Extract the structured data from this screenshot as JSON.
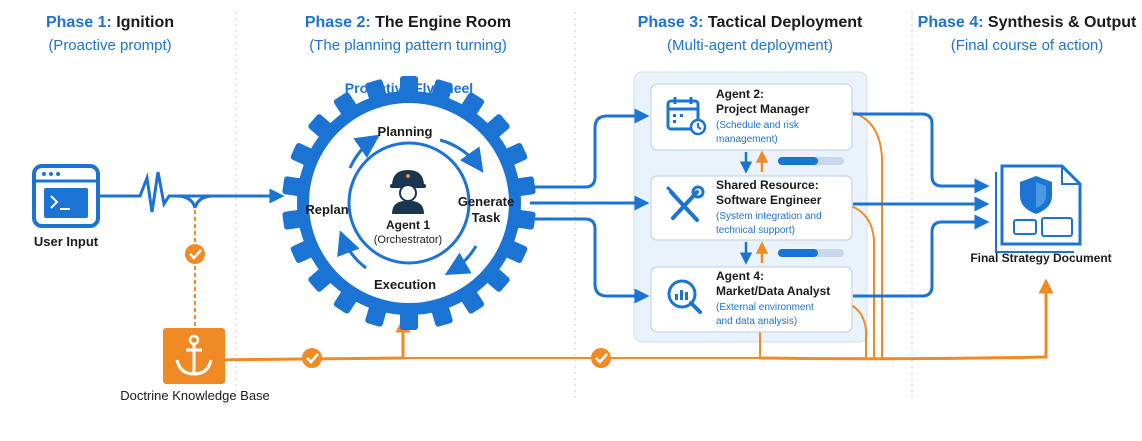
{
  "phases": [
    {
      "number": "Phase 1:",
      "title": "Ignition",
      "subtitle": "(Proactive prompt)"
    },
    {
      "number": "Phase 2:",
      "title": "The Engine Room",
      "subtitle": "(The planning pattern turning)"
    },
    {
      "number": "Phase 3:",
      "title": "Tactical Deployment",
      "subtitle": "(Multi-agent deployment)"
    },
    {
      "number": "Phase 4:",
      "title": "Synthesis & Output",
      "subtitle": "(Final course of action)"
    }
  ],
  "user_input": {
    "label": "User Input"
  },
  "knowledge_base": {
    "label": "Doctrine Knowledge Base"
  },
  "flywheel": {
    "title": "ProActive Flywheel",
    "planning": "Planning",
    "generate_line1": "Generate",
    "generate_line2": "Task",
    "execution": "Execution",
    "replan": "Replan",
    "agent_name": "Agent 1",
    "agent_role": "(Orchestrator)"
  },
  "agents": [
    {
      "title_line1": "Agent 2:",
      "title_line2": "Project Manager",
      "desc_line1": "(Schedule and risk",
      "desc_line2": "management)",
      "icon": "calendar-clock-icon"
    },
    {
      "title_line1": "Shared Resource:",
      "title_line2": "Software Engineer",
      "desc_line1": "(System integration and",
      "desc_line2": "technical support)",
      "icon": "tools-icon"
    },
    {
      "title_line1": "Agent 4:",
      "title_line2": "Market/Data Analyst",
      "desc_line1": "(External environment",
      "desc_line2": "and data analysis)",
      "icon": "magnifier-chart-icon"
    }
  ],
  "output": {
    "label": "Final Strategy Document",
    "icon": "strategy-document-icon"
  },
  "colors": {
    "blue": "#1b74d3",
    "orange": "#f08a24",
    "dark": "#1a1a1a",
    "panel": "#eaf2fb"
  }
}
